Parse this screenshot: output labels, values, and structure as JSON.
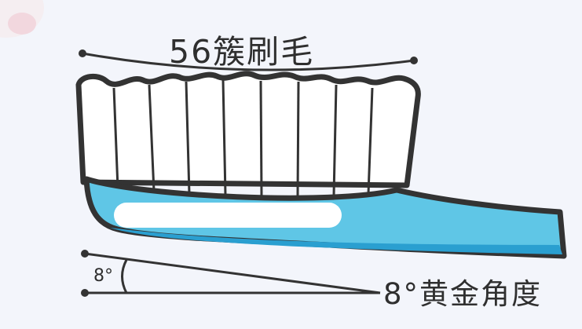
{
  "labels": {
    "tufts": "56簇刷毛",
    "angle": "8°黄金角度",
    "angle_small": "8°"
  },
  "colors": {
    "outline": "#333333",
    "handle_blue": "#5fc6e6",
    "handle_dark_blue": "#2a9fd0",
    "highlight": "#ffffff",
    "bristles": "#ffffff",
    "background": "#f3f5fb"
  },
  "icons": [
    "toothbrush-head-illustration",
    "angle-indicator"
  ]
}
